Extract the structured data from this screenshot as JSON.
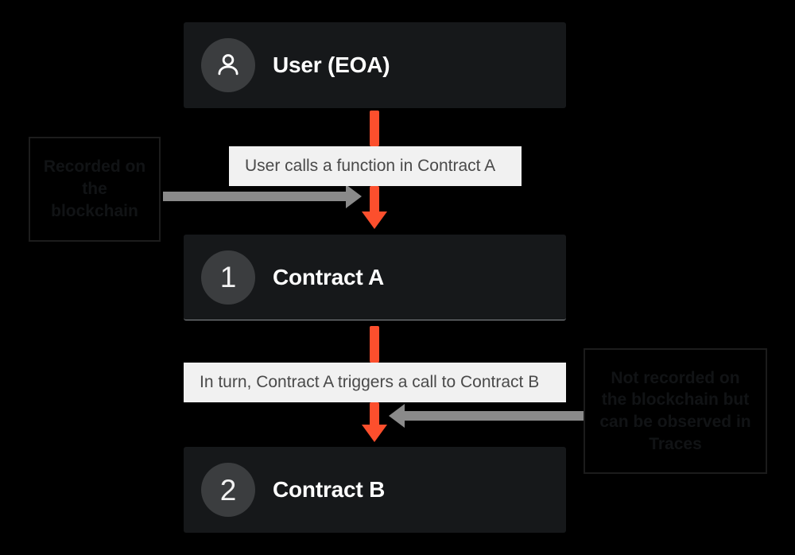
{
  "diagram": {
    "background_color": "#000000",
    "accent_color": "#fc4f2d",
    "node_color": "#16181a",
    "chip_color": "#f1f1f1",
    "pointer_color": "#8a8a8a",
    "nodes": [
      {
        "id": "user",
        "badge_type": "person-icon",
        "badge": "",
        "label": "User (EOA)"
      },
      {
        "id": "contract-a",
        "badge_type": "number",
        "badge": "1",
        "label": "Contract A"
      },
      {
        "id": "contract-b",
        "badge_type": "number",
        "badge": "2",
        "label": "Contract B"
      }
    ],
    "edges": [
      {
        "id": "edge-user-to-a",
        "caption": "User calls a function in Contract A"
      },
      {
        "id": "edge-a-to-b",
        "caption": "In turn, Contract A triggers a call to Contract B"
      }
    ],
    "callouts": [
      {
        "id": "callout-recorded",
        "text": "Recorded on the blockchain",
        "lines": [
          "Recorded",
          "on the",
          "blockchain"
        ],
        "pointer_direction": "right"
      },
      {
        "id": "callout-not-recorded",
        "text": "Not recorded on the blockchain but can be observed in Traces",
        "lines": [
          "Not recorded on the",
          "blockchain but can",
          "be observed in",
          "Traces"
        ],
        "pointer_direction": "left"
      }
    ]
  }
}
